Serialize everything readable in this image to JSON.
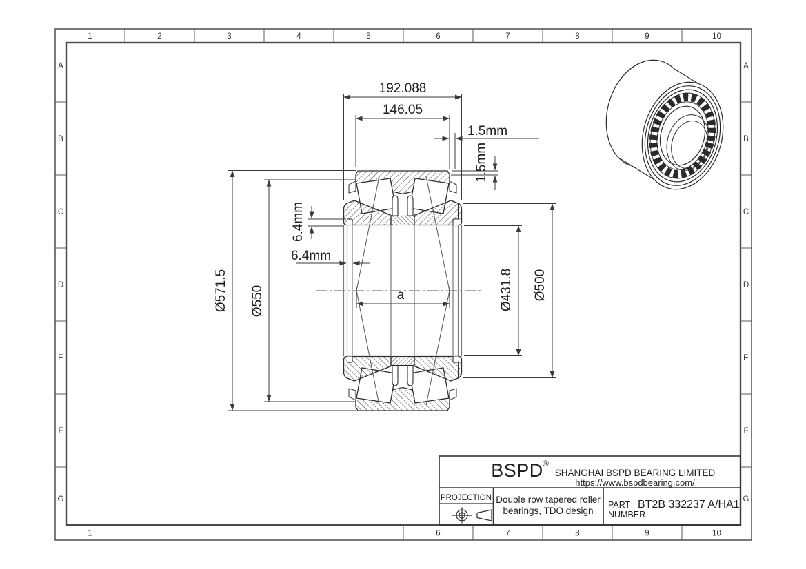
{
  "frame": {
    "top": [
      "1",
      "2",
      "3",
      "4",
      "5",
      "6",
      "7",
      "8",
      "9",
      "10"
    ],
    "bottom": [
      "1",
      "6",
      "7",
      "8",
      "9",
      "10"
    ],
    "left": [
      "A",
      "B",
      "C",
      "D",
      "E",
      "F",
      "G"
    ],
    "right": [
      "A",
      "B",
      "C",
      "D",
      "E",
      "F",
      "G"
    ]
  },
  "dims": {
    "total_width": "192.088",
    "cup_width": "146.05",
    "side_clearance": "1.5mm",
    "top_clearance": "1.5mm",
    "recess_vertical": "6.4mm",
    "recess_horizontal": "6.4mm",
    "outside_diameter": "Ø571.5",
    "shoulder_diameter": "Ø550",
    "bore_diameter": "Ø431.8",
    "rib_diameter": "Ø500",
    "effective_center": "a"
  },
  "title_block": {
    "logo": "BSPD",
    "registered": "®",
    "company": "SHANGHAI BSPD BEARING LIMITED",
    "website": "https://www.bspdbearing.com/",
    "projection_label": "PROJECTION",
    "description_line1": "Double row tapered roller",
    "description_line2": "bearings, TDO design",
    "part_label_1": "PART",
    "part_label_2": "NUMBER",
    "part_number": "BT2B 332237 A/HA1"
  },
  "colors": {
    "line_dark": "#2e2e2e",
    "line_dim": "#3a3a3a",
    "line_frame": "#5a5a5a",
    "line_gray": "#7a7a7a",
    "background": "#ffffff"
  }
}
